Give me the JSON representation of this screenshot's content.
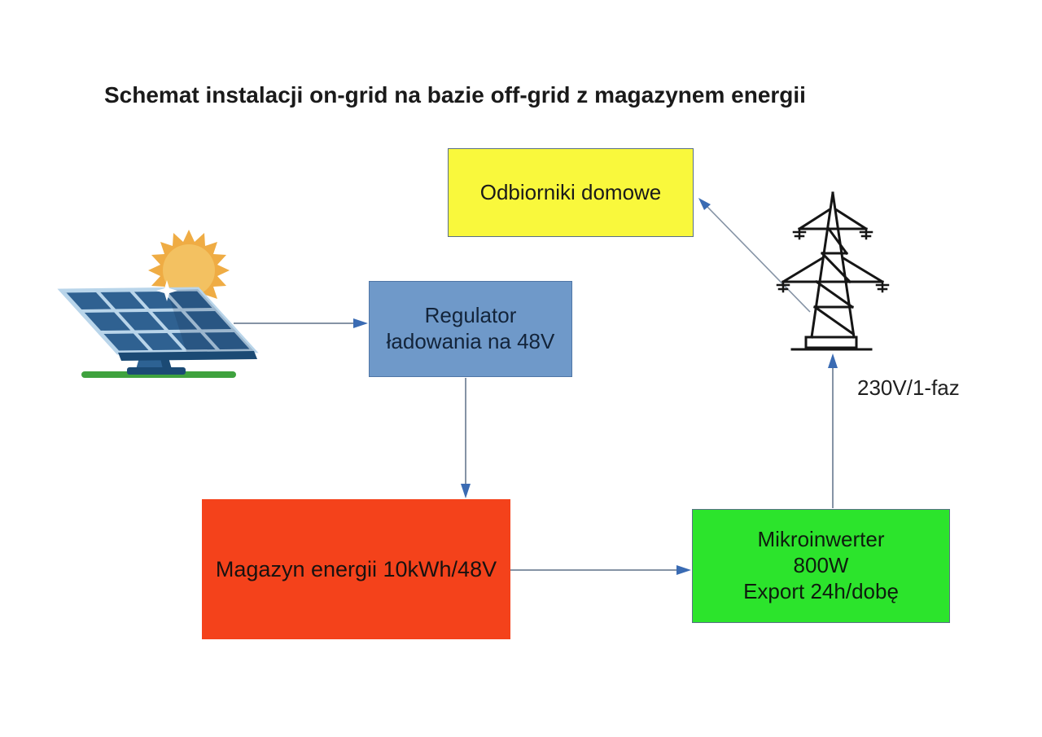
{
  "diagram": {
    "title": "Schemat instalacji on-grid na bazie off-grid z magazynem energii",
    "nodes": {
      "loads": {
        "label": "Odbiorniki domowe",
        "color": "#f9f83c"
      },
      "regulator": {
        "label": "Regulator\nładowania na 48V",
        "color": "#6f99c9"
      },
      "storage": {
        "label": "Magazyn energii 10kWh/48V",
        "color": "#f4421b"
      },
      "inverter": {
        "label": "Mikroinwerter\n800W\nExport 24h/dobę",
        "color": "#2ce42c"
      }
    },
    "edge_label": "230V/1-faz",
    "icons": {
      "solar": "solar-panel-sun-icon",
      "pylon": "power-pylon-icon"
    },
    "colors": {
      "arrow_line": "#8593a5",
      "arrow_head": "#3a6bb3",
      "pylon_stroke": "#151515",
      "sun_rays": "#efac44",
      "sun_disc": "#f3c161",
      "panel_cell": "#2f6191",
      "panel_grid": "#b9d5ea",
      "panel_frame": "#1b4a74",
      "ground": "#3fa23e"
    }
  }
}
